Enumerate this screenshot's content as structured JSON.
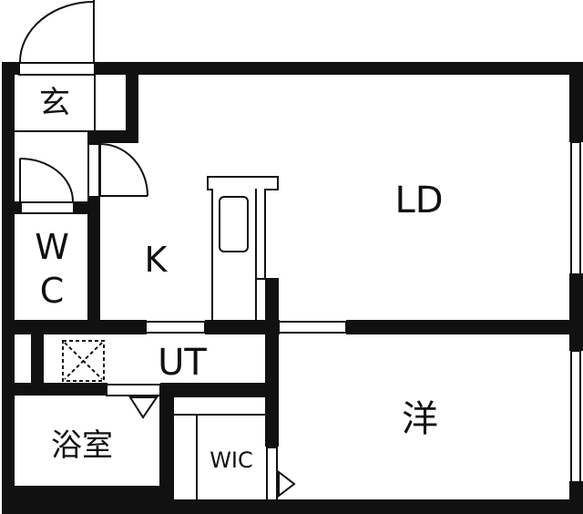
{
  "floor_plan": {
    "type": "1LDK apartment floor plan",
    "rooms": {
      "entrance": {
        "label": "玄"
      },
      "toilet_w": {
        "label": "W"
      },
      "toilet_c": {
        "label": "C"
      },
      "kitchen": {
        "label": "K"
      },
      "living_dining": {
        "label": "LD"
      },
      "utility": {
        "label": "UT"
      },
      "bathroom": {
        "label": "浴室"
      },
      "walk_in_closet": {
        "label": "WIC"
      },
      "western_room": {
        "label": "洋"
      }
    },
    "colors": {
      "wall": "#111111",
      "background": "#ffffff"
    }
  }
}
